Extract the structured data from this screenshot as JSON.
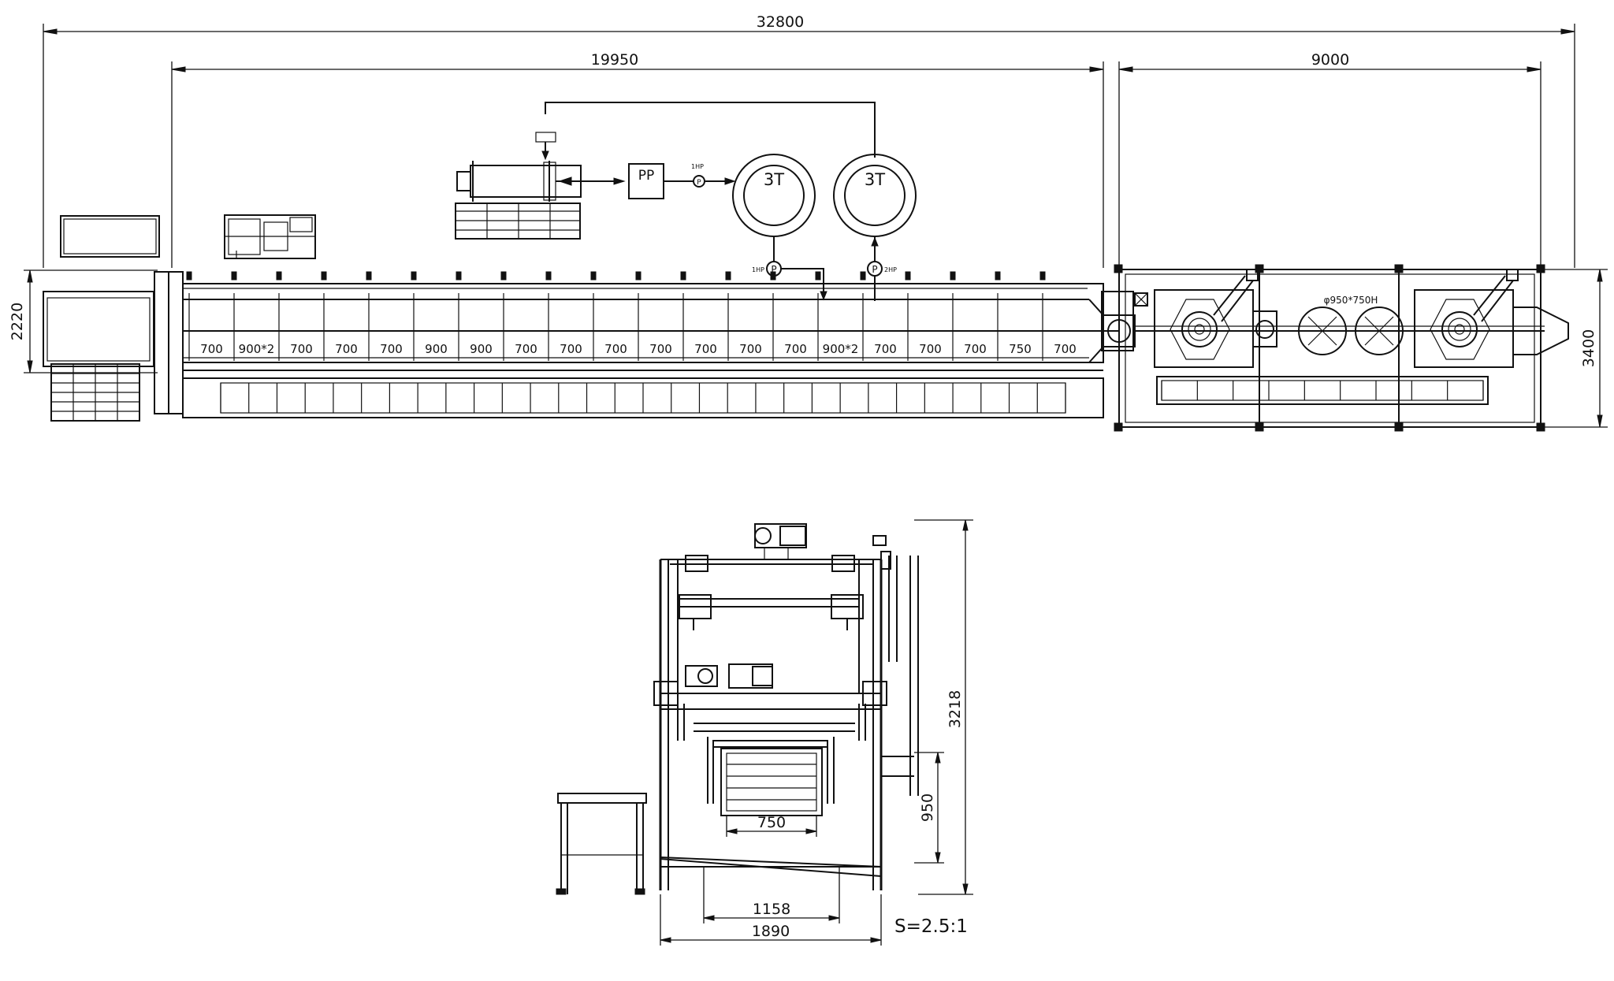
{
  "top_view": {
    "dimensions": {
      "overall": "32800",
      "left_section": "19950",
      "right_section": "9000",
      "left_height": "2220",
      "right_height": "3400"
    },
    "tanks": {
      "left_label": "3T",
      "right_label": "3T"
    },
    "filter_label": "PP",
    "pump_labels": {
      "p1": "P",
      "p2": "P",
      "p3": "P",
      "p1_hp": "1HP",
      "p2_hp": "1HP",
      "p3_hp": "2HP"
    },
    "bath_dims": [
      "700",
      "900*2",
      "700",
      "700",
      "700",
      "900",
      "900",
      "700",
      "700",
      "700",
      "700",
      "700",
      "700",
      "700",
      "900*2",
      "700",
      "700",
      "700",
      "750",
      "700"
    ],
    "roller_spec": "φ950*750H"
  },
  "front_view": {
    "height": "3218",
    "basket_height": "950",
    "basket_width": "750",
    "inner_width": "1158",
    "outer_width": "1890",
    "scale": "S=2.5:1"
  }
}
